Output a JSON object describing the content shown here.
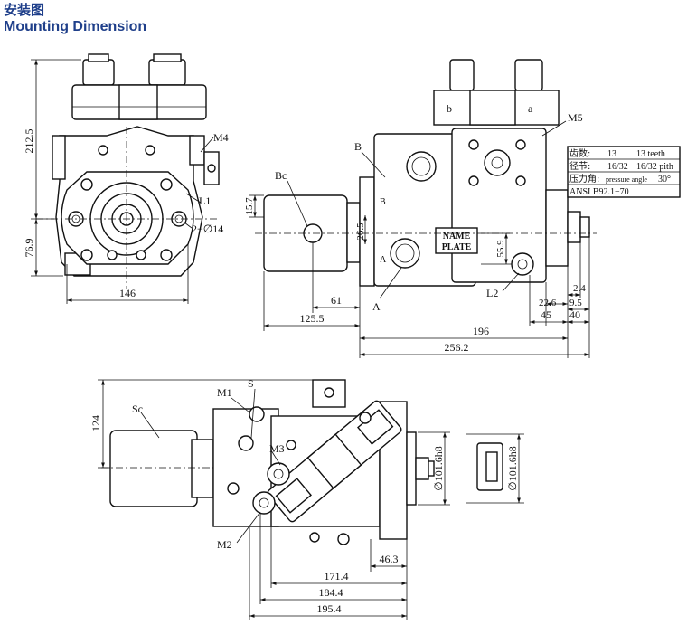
{
  "title": {
    "cn": "安装图",
    "en": "Mounting Dimension"
  },
  "front_view": {
    "ports": {
      "m4": "M4",
      "l1": "L1",
      "holes": "2−∅14"
    },
    "dims": {
      "d212_5": "212.5",
      "d76_9": "76.9",
      "d146": "146"
    }
  },
  "side_view": {
    "solenoids": {
      "b": "b",
      "a": "a"
    },
    "ports": {
      "b": "B",
      "bc": "Bc",
      "a": "A",
      "l2": "L2",
      "m5": "M5"
    },
    "port_marks": {
      "b": "B",
      "a": "A"
    },
    "nameplate": {
      "line1": "NAME",
      "line2": "PLATE"
    },
    "dims": {
      "d15_7": "15.7",
      "d26_5": "26.5",
      "d55_9": "55.9",
      "d61": "61",
      "d125_5": "125.5",
      "d196": "196",
      "d256_2": "256.2",
      "d2_4": "2.4",
      "d22_6": "22.6",
      "d9_5": "9.5",
      "d45": "45",
      "d40": "40"
    },
    "spline_table": {
      "teeth_label": "齿数:",
      "teeth_value": "13",
      "teeth_en": "13 teeth",
      "pitch_label": "径节:",
      "pitch_value": "16/32",
      "pitch_en": "16/32 pith",
      "angle_label": "压力角:",
      "angle_en": "pressure angle",
      "angle_value": "30°",
      "standard": "ANSI B92.1−70"
    }
  },
  "top_view": {
    "ports": {
      "m1": "M1",
      "s": "S",
      "sc": "Sc",
      "m3": "M3",
      "m2": "M2"
    },
    "dims": {
      "d124": "124",
      "d101_6": "∅101.6h8",
      "d101_6_detail": "∅101.6h8",
      "d46_3": "46.3",
      "d171_4": "171.4",
      "d184_4": "184.4",
      "d195_4": "195.4"
    }
  }
}
